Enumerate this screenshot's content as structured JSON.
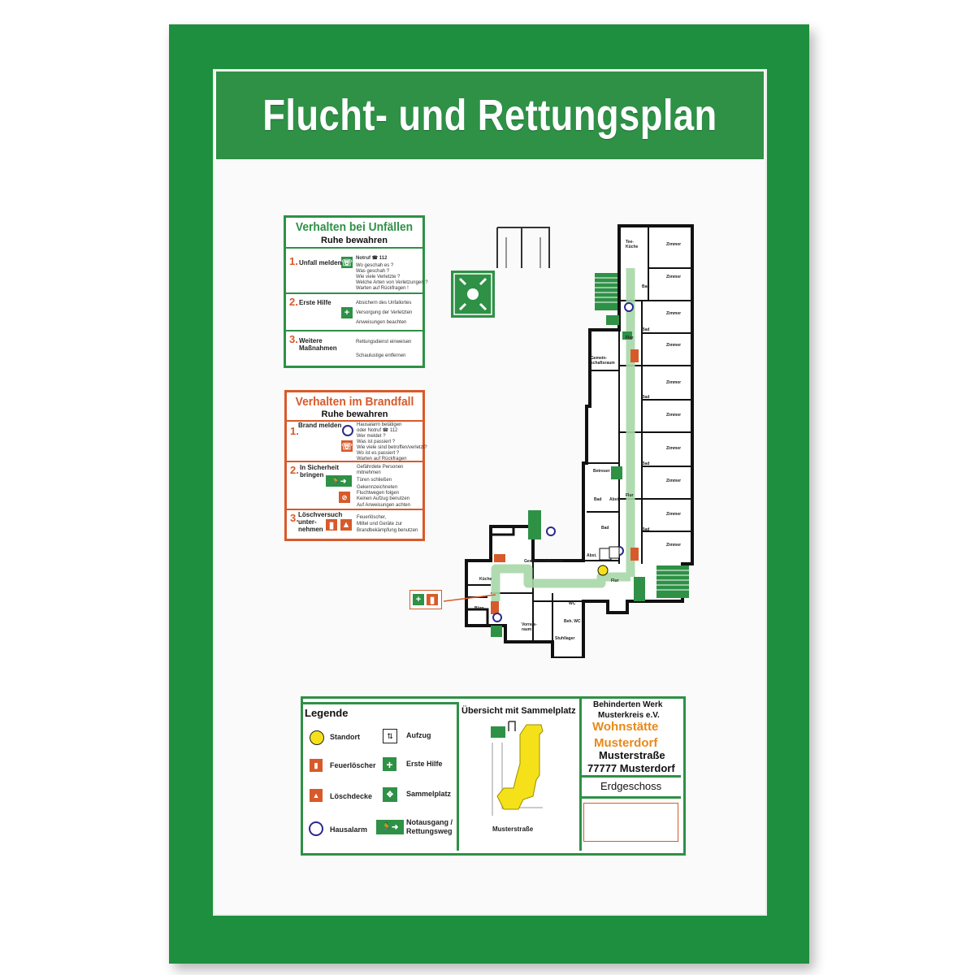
{
  "plan": {
    "title": "Flucht- und Rettungsplan",
    "accident_box": {
      "title": "Verhalten bei Unfällen",
      "subtitle": "Ruhe bewahren",
      "steps": [
        {
          "num": "1.",
          "label": "Unfall melden",
          "notes": [
            "Notruf  ☎ 112",
            "Wo geschah es ?",
            "Was geschah ?",
            "Wie viele Verletzte ?",
            "Welche Arten von Verletzungen ?",
            "Warten auf Rückfragen !"
          ]
        },
        {
          "num": "2.",
          "label": "Erste Hilfe",
          "notes": [
            "Absichern des Unfallortes",
            "Versorgung der Verletzten",
            "Anweisungen beachten"
          ]
        },
        {
          "num": "3.",
          "label": "Weitere\nMaßnahmen",
          "notes": [
            "Rettungsdienst einweisen",
            "Schaulustige entfernen"
          ]
        }
      ]
    },
    "fire_box": {
      "title": "Verhalten im Brandfall",
      "subtitle": "Ruhe bewahren",
      "steps": [
        {
          "num": "1.",
          "label": "Brand melden",
          "notes": [
            "Hausalarm betätigen",
            "oder Notruf  ☎ 112",
            "Wer meldet ?",
            "Was ist passiert ?",
            "Wie viele sind betroffen/verletzt?",
            "Wo ist es passiert ?",
            "Warten auf Rückfragen"
          ]
        },
        {
          "num": "2.",
          "label": "In Sicherheit\nbringen",
          "notes": [
            "Gefährdete Personen",
            "mitnehmen",
            "Türen schließen",
            "Gekennzeichneten",
            "Fluchtwegen folgen",
            "Keinen Aufzug benutzen",
            "Auf Anweisungen achten"
          ]
        },
        {
          "num": "3.",
          "label": "Löschversuch\nunter-\nnehmen",
          "notes": [
            "Feuerlöscher,",
            "Mittel und Geräte zur",
            "Brandbekämpfung benutzen"
          ]
        }
      ]
    },
    "rooms": {
      "tee_kueche": "Tee-\nKüche",
      "zimmer": "Zimmer",
      "bad": "Bad",
      "flur": "Flur",
      "gemeinschaftsraum_top": "Gemein-\nschaftsraum",
      "betreuer": "Betreuer",
      "gemeinschaftsraum": "Gemeinschaftsraum",
      "abst": "Abst.",
      "kueche": "Küche",
      "buero": "Büro",
      "vorratsraum": "Vorrats-\nraum",
      "wc": "WC",
      "beh_wc": "Beh. WC",
      "stuhllager": "Stuhllager"
    },
    "legend": {
      "title": "Legende",
      "items": [
        {
          "icon": "standort-icon",
          "label": "Standort"
        },
        {
          "icon": "elevator-icon",
          "label": "Aufzug"
        },
        {
          "icon": "fire-extinguisher-icon",
          "label": "Feuerlöscher"
        },
        {
          "icon": "first-aid-icon",
          "label": "Erste Hilfe"
        },
        {
          "icon": "fire-blanket-icon",
          "label": "Löschdecke"
        },
        {
          "icon": "assembly-point-icon",
          "label": "Sammelplatz"
        },
        {
          "icon": "house-alarm-icon",
          "label": "Hausalarm"
        },
        {
          "icon": "emergency-exit-icon",
          "label": "Notausgang /\nRettungsweg"
        }
      ]
    },
    "overview": {
      "title": "Übersicht mit Sammelplatz",
      "street": "Musterstraße"
    },
    "address": {
      "org_line1": "Behinderten Werk",
      "org_line2": "Musterkreis e.V.",
      "place_line1": "Wohnstätte",
      "place_line2": "Musterdorf",
      "street": "Musterstraße",
      "city": "77777 Musterdorf",
      "floor": "Erdgeschoss"
    }
  },
  "colors": {
    "frame": "#1e8f3e",
    "title_band": "#2e9146",
    "safety_green": "#2e9146",
    "fire_red": "#d85a2a",
    "place_orange": "#e8891a",
    "overview_yellow": "#f5e11a"
  }
}
